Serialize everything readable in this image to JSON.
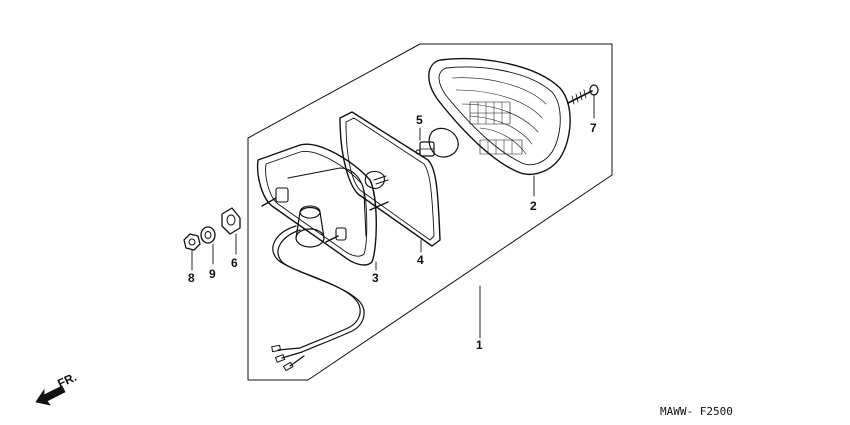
{
  "diagram": {
    "callouts": [
      {
        "id": "1",
        "label": "1"
      },
      {
        "id": "2",
        "label": "2"
      },
      {
        "id": "3",
        "label": "3"
      },
      {
        "id": "4",
        "label": "4"
      },
      {
        "id": "5",
        "label": "5"
      },
      {
        "id": "6",
        "label": "6"
      },
      {
        "id": "7",
        "label": "7"
      },
      {
        "id": "8",
        "label": "8"
      },
      {
        "id": "9",
        "label": "9"
      }
    ],
    "direction_label": "FR.",
    "figure_code": "MAWW- F2500"
  }
}
